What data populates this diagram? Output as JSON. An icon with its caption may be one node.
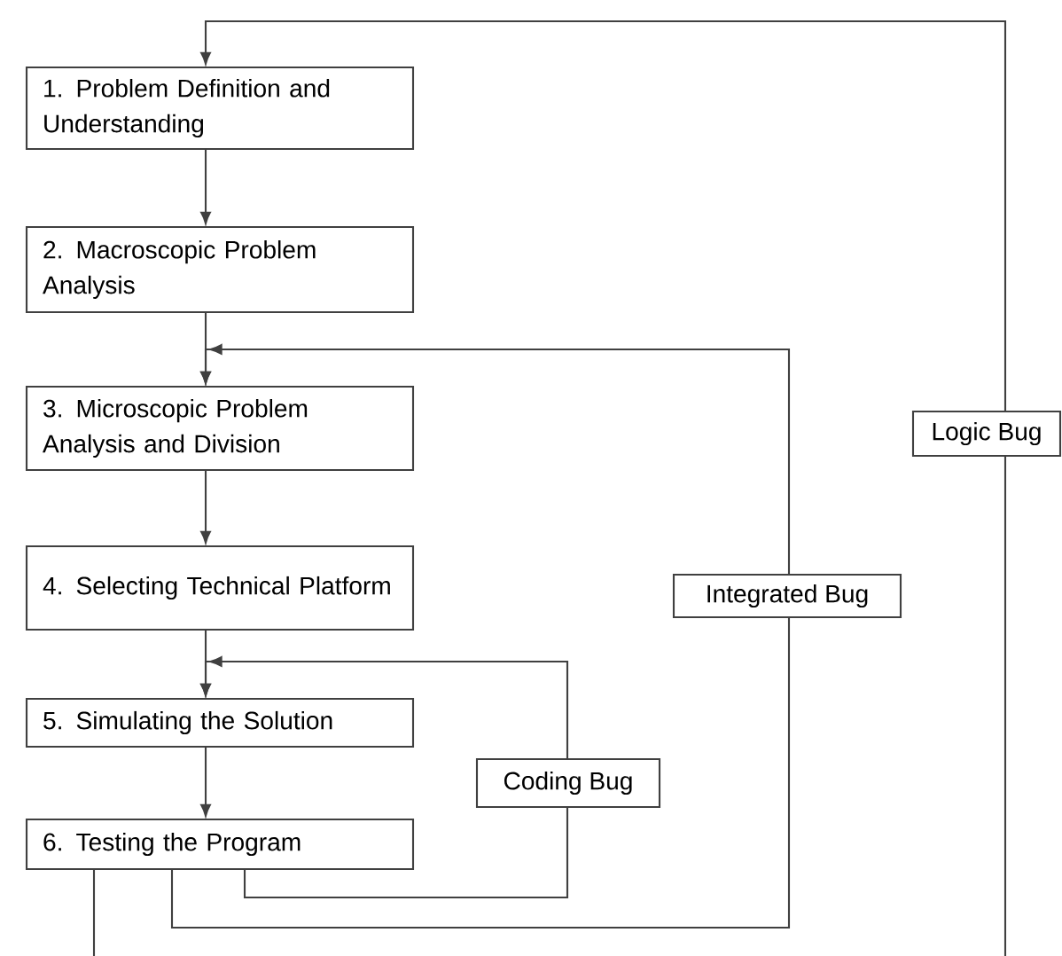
{
  "diagram": {
    "nodes": [
      {
        "text": [
          "1. Problem Definition and Understanding"
        ]
      },
      {
        "text": [
          "2. Macroscopic Problem Analysis"
        ]
      },
      {
        "text": [
          "3. Microscopic Problem Analysis and Division"
        ]
      },
      {
        "text": [
          "4. Selecting Technical Platform"
        ]
      },
      {
        "text": [
          "5. Simulating the Solution"
        ]
      },
      {
        "text": [
          "6. Testing the Program"
        ]
      },
      {
        "text": [
          "Logic Bug"
        ]
      },
      {
        "text": [
          "Integrated Bug"
        ]
      },
      {
        "text": [
          "Coding Bug"
        ]
      }
    ],
    "edges": [
      {
        "from": 0,
        "to": 1,
        "arrow": "to"
      },
      {
        "from": 1,
        "to": 2,
        "arrow": "to"
      },
      {
        "from": 2,
        "to": 3,
        "arrow": "to"
      },
      {
        "from": 3,
        "to": 4,
        "arrow": "to"
      },
      {
        "from": 4,
        "to": 5,
        "arrow": "to"
      },
      {
        "from": 5,
        "to": 8,
        "arrow": "none"
      },
      {
        "from": 8,
        "to": 4,
        "arrow": "to"
      },
      {
        "from": 5,
        "to": 7,
        "arrow": "none"
      },
      {
        "from": 7,
        "to": 2,
        "arrow": "to"
      },
      {
        "from": 5,
        "to": 6,
        "arrow": "none"
      },
      {
        "from": 6,
        "to": 0,
        "arrow": "to"
      }
    ]
  }
}
